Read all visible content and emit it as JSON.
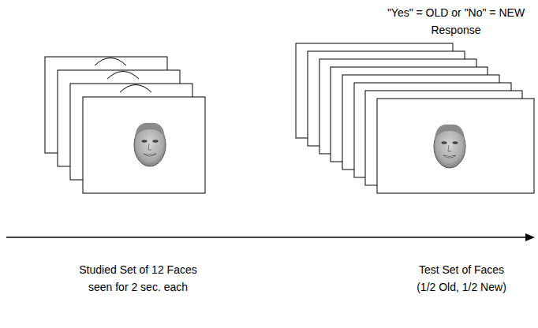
{
  "diagram": {
    "labels": [
      "\"Yes\" = OLD or \"No\" = NEW Response",
      "Studied Set of 12 Faces seen for 2 sec. each",
      "Test Set of Faces (1/2 Old, 1/2 New)"
    ]
  }
}
